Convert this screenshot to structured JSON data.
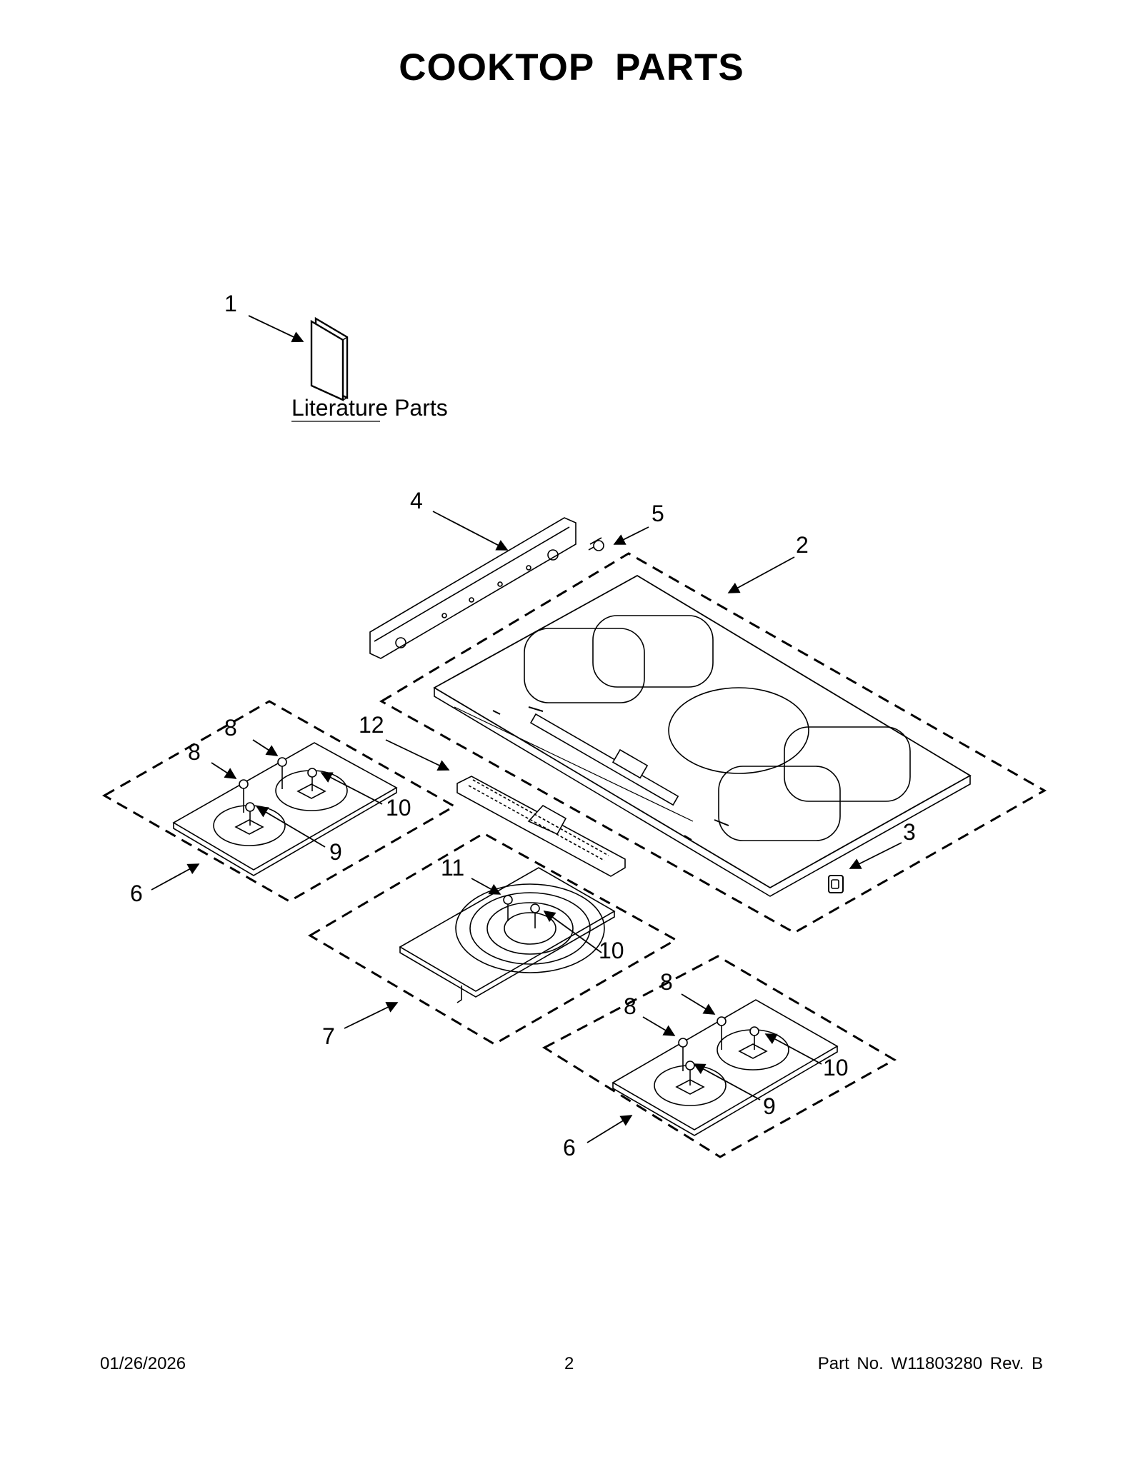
{
  "title": "COOKTOP  PARTS",
  "literature_label": "Literature Parts",
  "callouts": {
    "c1": "1",
    "c2": "2",
    "c3": "3",
    "c4": "4",
    "c5": "5",
    "c6a": "6",
    "c6b": "6",
    "c7": "7",
    "c8a": "8",
    "c8b": "8",
    "c8c": "8",
    "c8d": "8",
    "c9a": "9",
    "c9b": "9",
    "c10a": "10",
    "c10b": "10",
    "c10c": "10",
    "c11": "11",
    "c12": "12"
  },
  "footer": {
    "date": "01/26/2026",
    "page": "2",
    "part": "Part No.  W11803280  Rev.  B"
  }
}
